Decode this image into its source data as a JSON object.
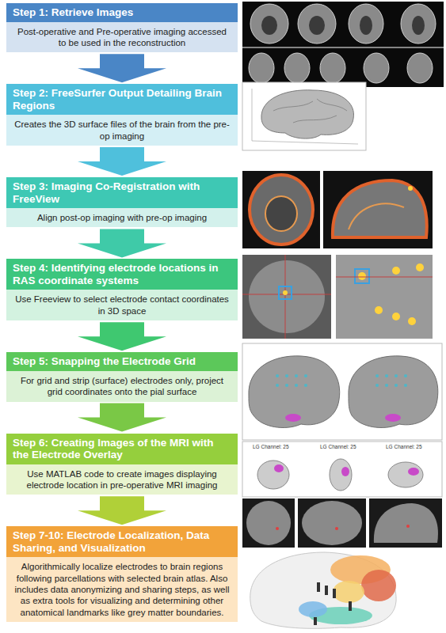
{
  "diagram": {
    "nodes": [
      {
        "text": [
          "Step 1: Retrieve Images",
          "Post-operative and Pre-operative imaging accessed to be used in the reconstruction"
        ]
      },
      {
        "text": [
          "Step 2: FreeSurfer Output Detailing Brain Regions",
          "Creates the 3D surface files of the brain from the pre-op imaging"
        ]
      },
      {
        "text": [
          "Step 3: Imaging Co-Registration with FreeView",
          "Align post-op imaging with pre-op imaging"
        ]
      },
      {
        "text": [
          "Step 4: Identifying electrode locations in RAS coordinate systems",
          "Use Freeview to select electrode contact coordinates in 3D space"
        ]
      },
      {
        "text": [
          "Step 5: Snapping the Electrode Grid",
          "For grid and strip (surface) electrodes only, project grid coordinates onto the pial surface"
        ]
      },
      {
        "text": [
          "Step 6: Creating Images of the MRI with the Electrode Overlay",
          "Use MATLAB code to create images displaying electrode location in pre-operative MRI imaging"
        ]
      },
      {
        "text": [
          "Step 7-10: Electrode Localization, Data Sharing, and Visualization",
          "Algorithmically localize electrodes to brain regions following parcellations with selected brain atlas. Also includes data anonymizing and sharing steps, as well as extra tools for visualizing and determining other anatomical landmarks like grey matter boundaries."
        ]
      }
    ],
    "edges": [
      {
        "from": 0,
        "to": 1,
        "arrow": "to"
      },
      {
        "from": 1,
        "to": 2,
        "arrow": "to"
      },
      {
        "from": 2,
        "to": 3,
        "arrow": "to"
      },
      {
        "from": 3,
        "to": 4,
        "arrow": "to"
      },
      {
        "from": 4,
        "to": 5,
        "arrow": "to"
      },
      {
        "from": 5,
        "to": 6,
        "arrow": "to"
      }
    ],
    "labels": [
      "LG Channel: 25",
      "LG Channel: 25",
      "LG Channel: 25"
    ]
  }
}
